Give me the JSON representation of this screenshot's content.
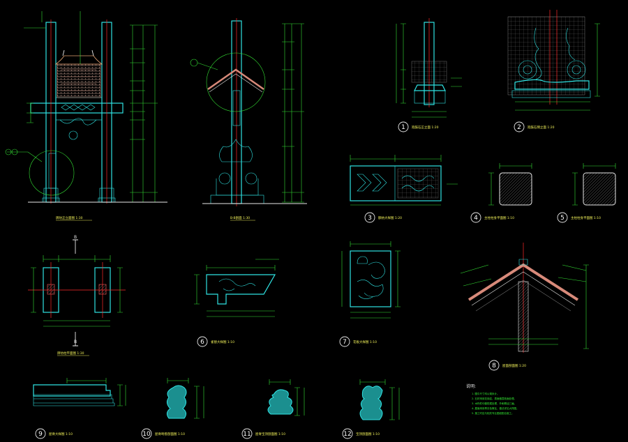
{
  "sheet": {
    "background": "#000000",
    "colors": {
      "outline": "#2fe3e3",
      "dimension": "#34e034",
      "centerline": "#ff2a2a",
      "text": "#e6e6e6",
      "annotation": "#e8e85a"
    }
  },
  "views": [
    {
      "id": "front-elevation",
      "number": "",
      "title": "牌坊正立面图 1:30"
    },
    {
      "id": "section-b",
      "number": "",
      "title": "B-B剖面 1:30"
    },
    {
      "id": "detail-1",
      "number": "1",
      "title": "抱鼓石正立面 1:20"
    },
    {
      "id": "detail-2",
      "number": "2",
      "title": "抱鼓石侧立面 1:20"
    },
    {
      "id": "detail-3",
      "number": "3",
      "title": "额枋大样图 1:20"
    },
    {
      "id": "detail-4",
      "number": "4",
      "title": "主柱柱身平面图 1:10"
    },
    {
      "id": "detail-5",
      "number": "5",
      "title": "主柱柱身平面图 1:10"
    },
    {
      "id": "plan",
      "number": "",
      "title": "牌坊柱平面图 1:30"
    },
    {
      "id": "detail-6",
      "number": "6",
      "title": "雀替大样图 1:10"
    },
    {
      "id": "detail-7",
      "number": "7",
      "title": "花板大样图 1:10"
    },
    {
      "id": "detail-8",
      "number": "8",
      "title": "屋面剖面图 1:20"
    },
    {
      "id": "detail-9",
      "number": "9",
      "title": "屋脊大样图 1:10"
    },
    {
      "id": "detail-10",
      "number": "10",
      "title": "屋脊吻兽剖面图 1:10"
    },
    {
      "id": "detail-11",
      "number": "11",
      "title": "屋脊宝顶剖面图 1:10"
    },
    {
      "id": "detail-12",
      "number": "12",
      "title": "宝顶剖面图 1:10"
    }
  ],
  "section_marks": {
    "top": "B",
    "bottom": "B"
  },
  "notes": {
    "heading": "说明:",
    "lines": [
      "1. 图中尺寸均以毫米计。",
      "2. 石材采用花岗岩，表面做荔枝面处理。",
      "3. 木构件均做防腐处理，外刷桐油三遍。",
      "4. 屋面采用青灰色筒瓦，做法详见大样图。",
      "5. 施工时应与相关专业图纸配合施工。"
    ]
  }
}
